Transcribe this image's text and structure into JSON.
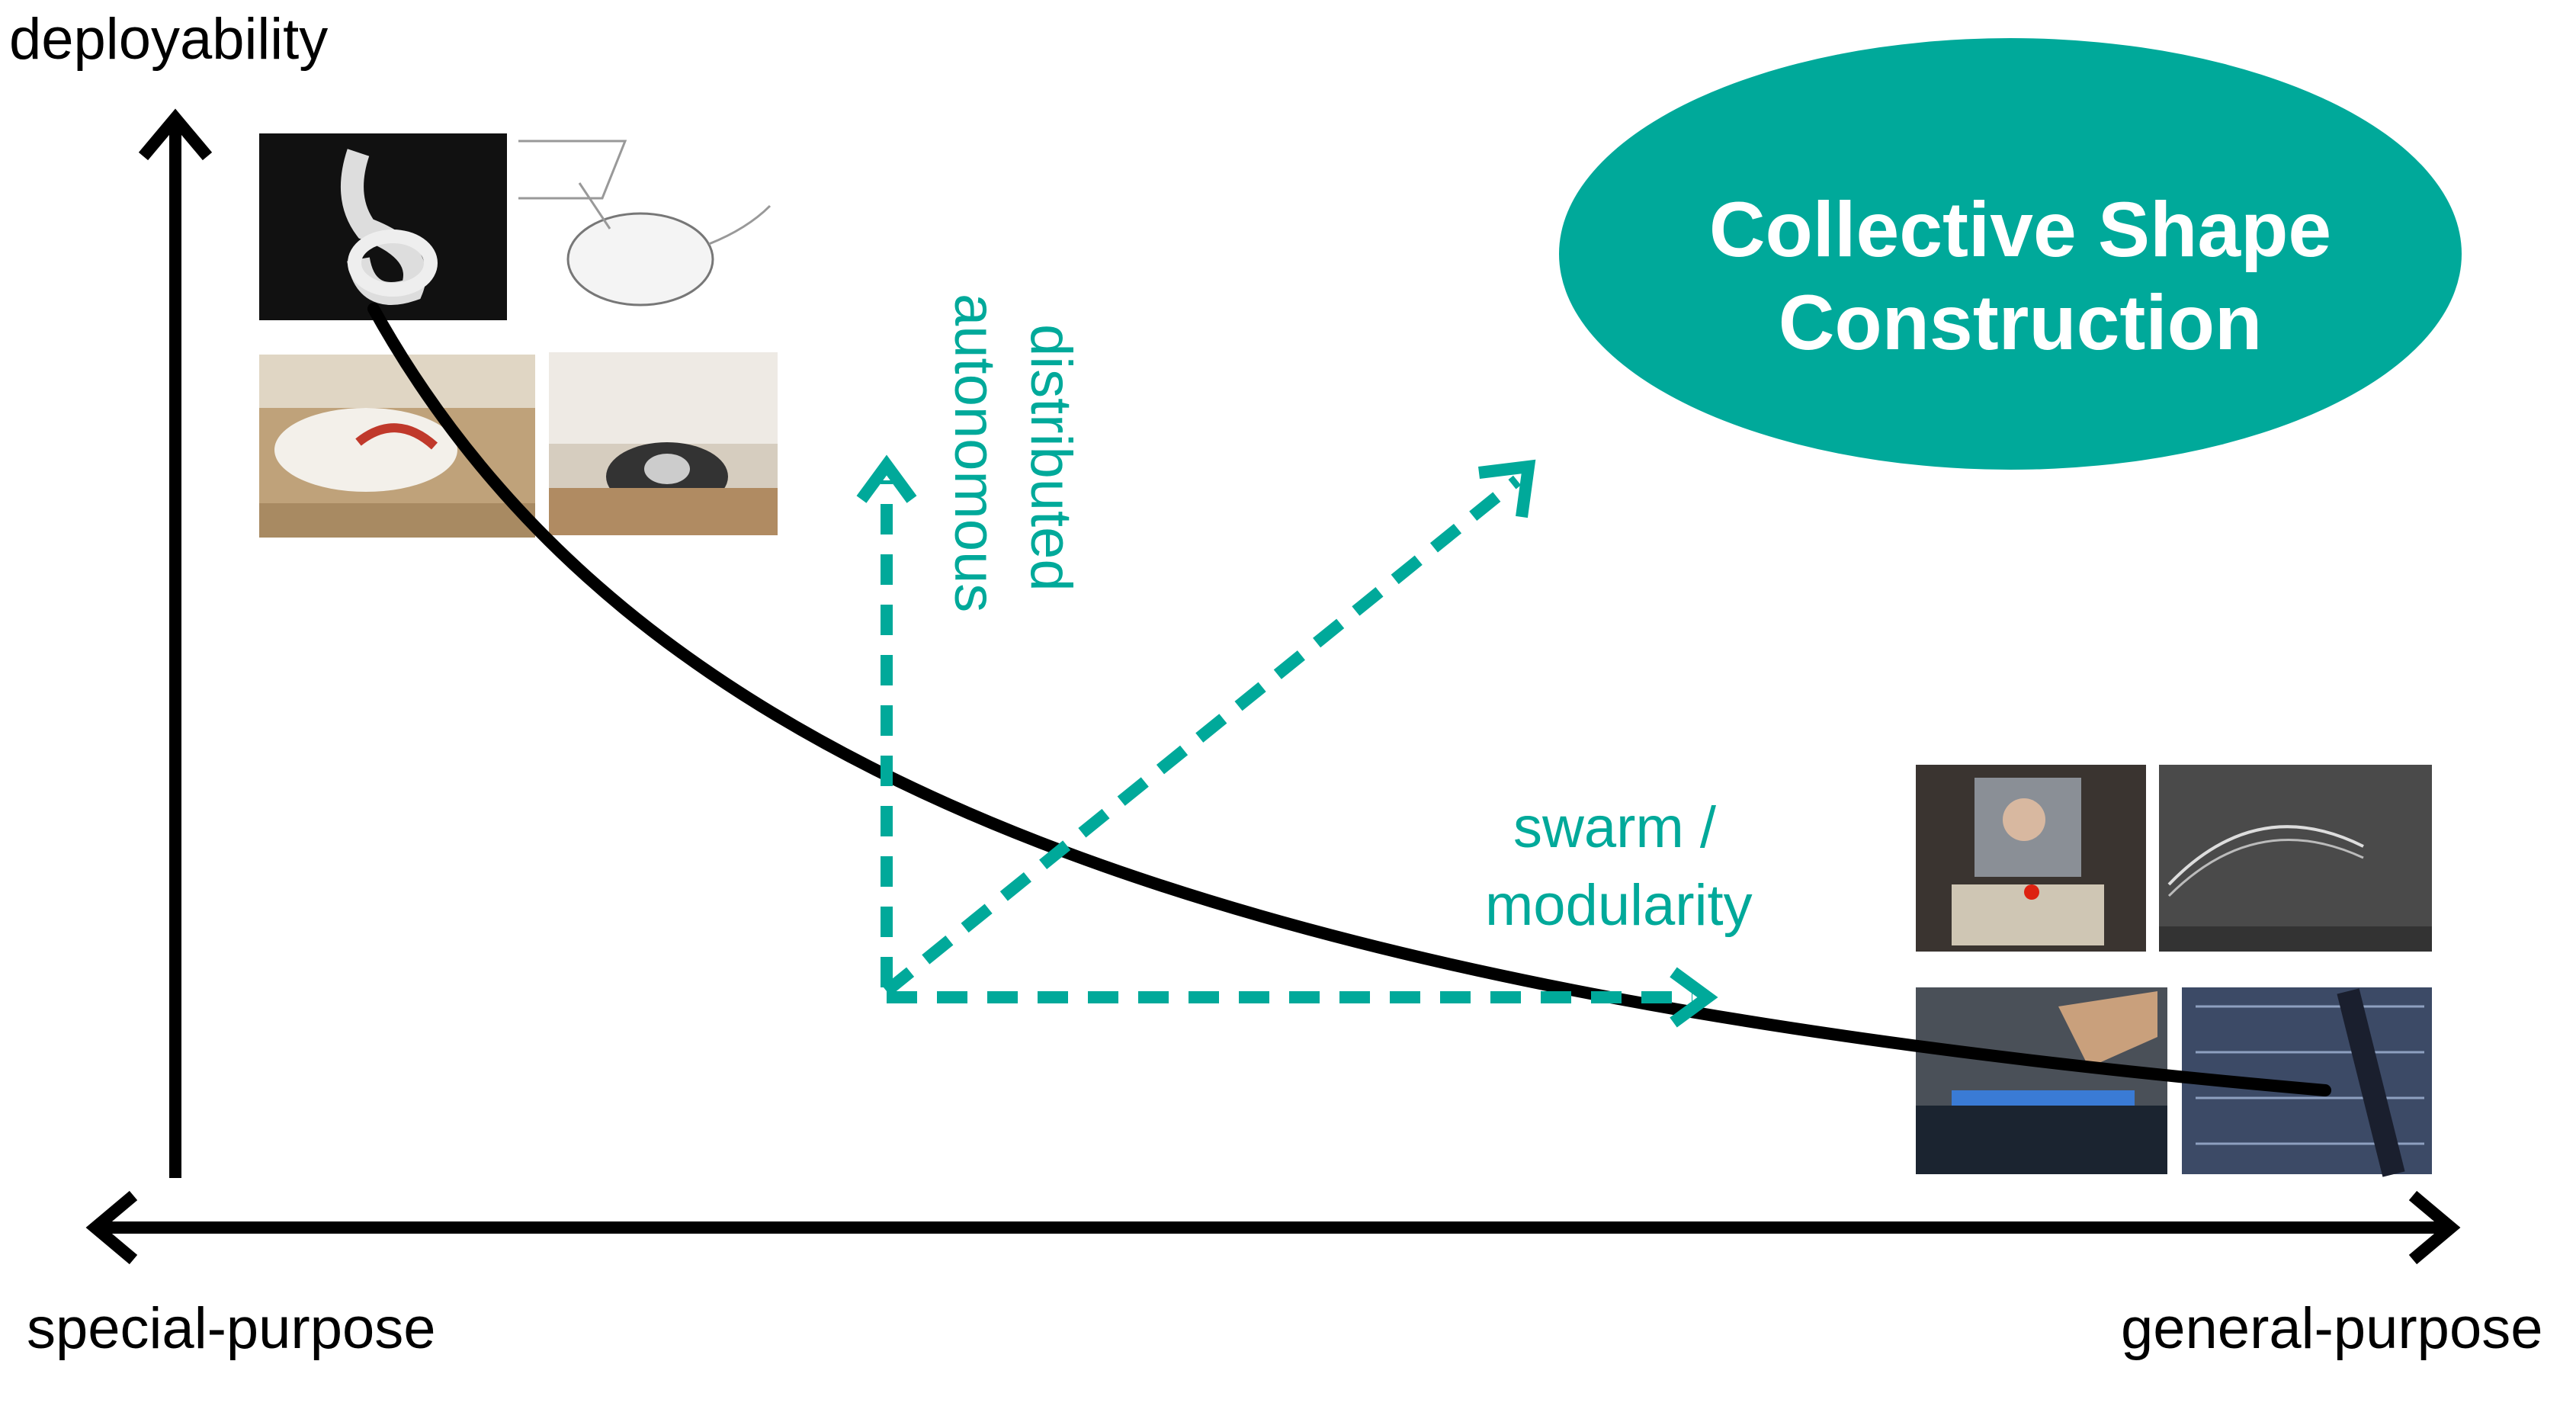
{
  "axes": {
    "y_label": "deployability",
    "x_left_label": "special-purpose",
    "x_right_label": "general-purpose"
  },
  "bubble": {
    "line1": "Collective Shape",
    "line2": "Construction"
  },
  "arrows": {
    "vertical_line1": "distributed",
    "vertical_line2": "autonomous",
    "horizontal_line1": "swarm /",
    "horizontal_line2": "modularity"
  },
  "colors": {
    "accent": "#00a99a",
    "axis": "#000000",
    "curve": "#000000"
  }
}
